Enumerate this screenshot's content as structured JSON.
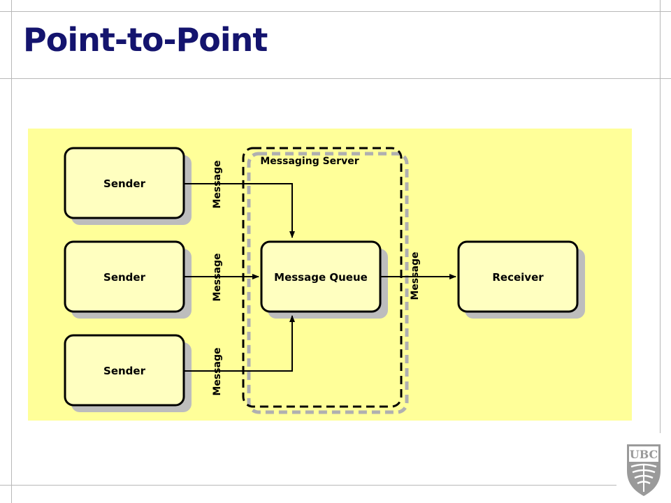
{
  "slide": {
    "title": "Point-to-Point"
  },
  "diagram": {
    "server_label": "Messaging Server",
    "queue_label": "Message Queue",
    "receiver_label": "Receiver",
    "senders": [
      {
        "label": "Sender"
      },
      {
        "label": "Sender"
      },
      {
        "label": "Sender"
      }
    ],
    "sender_message_labels": [
      "Message",
      "Message",
      "Message"
    ],
    "receiver_message_label": "Message",
    "colors": {
      "background": "#ffff99",
      "box_fill": "#ffffc0",
      "shadow": "#bdbdbd",
      "stroke": "#000000"
    }
  },
  "logo": {
    "text": "UBC",
    "color": "#9a9a9a"
  }
}
